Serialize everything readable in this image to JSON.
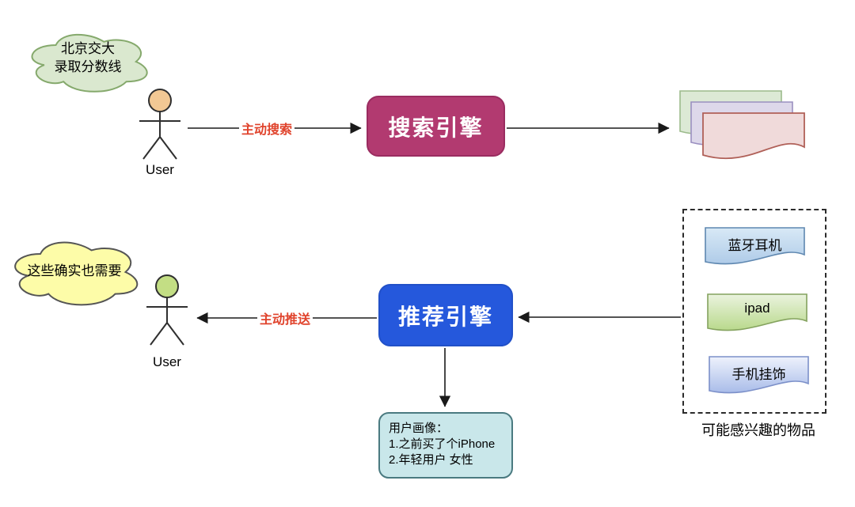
{
  "diagram": {
    "background": "#ffffff",
    "line_color": "#1a1a1a",
    "arrow_label_color": "#E0432C"
  },
  "search_flow": {
    "thought_cloud": {
      "line1": "北京交大",
      "line2": "录取分数线",
      "fill": "#DAE8CF",
      "stroke": "#85A96C"
    },
    "user": {
      "label": "User",
      "head_fill": "#F2C894"
    },
    "arrow_label": "主动搜索",
    "engine": {
      "label": "搜索引擎",
      "fill": "#B23A70",
      "stroke": "#9A2C60"
    },
    "results": {
      "back": {
        "fill": "#DCE9D5",
        "stroke": "#9CBB8C"
      },
      "middle": {
        "fill": "#DDD8EA",
        "stroke": "#9A8FC0"
      },
      "front": {
        "fill": "#F0DADA",
        "stroke": "#B06058"
      }
    }
  },
  "recommend_flow": {
    "thought_cloud": {
      "line1": "这些确实也需要",
      "fill": "#FDFCA8",
      "stroke": "#555555"
    },
    "user": {
      "label": "User",
      "head_fill": "#C3DE84"
    },
    "arrow_label": "主动推送",
    "engine": {
      "label": "推荐引擎",
      "fill": "#2558DC",
      "stroke": "#2150C8"
    },
    "profile": {
      "line1": "用户画像：",
      "line2": "1.之前买了个iPhone",
      "line3": "2.年轻用户 女性",
      "fill": "#C9E7EA",
      "stroke": "#4A7A80"
    },
    "interests": {
      "caption": "可能感兴趣的物品",
      "items": [
        {
          "label": "蓝牙耳机",
          "fill_top": "#D8E9F6",
          "fill_bottom": "#AFCBE8",
          "stroke": "#5E87B0"
        },
        {
          "label": "ipad",
          "fill_top": "#EAF3DE",
          "fill_bottom": "#B9D98C",
          "stroke": "#84A25E"
        },
        {
          "label": "手机挂饰",
          "fill_top": "#EEF2FC",
          "fill_bottom": "#A9BCE9",
          "stroke": "#7C90C9"
        }
      ]
    }
  }
}
